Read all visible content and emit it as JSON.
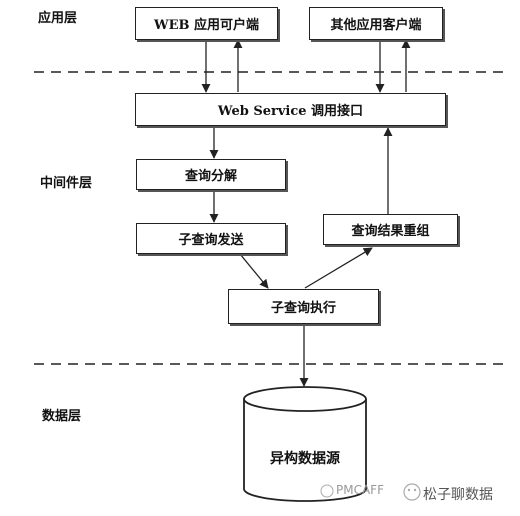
{
  "layers": {
    "application": "应用层",
    "middleware": "中间件层",
    "data": "数据层"
  },
  "boxes": {
    "web_app_client": "WEB 应用可户端",
    "other_app_client": "其他应用客户端",
    "web_service": "Web Service 调用接口",
    "query_decompose": "查询分解",
    "subquery_send": "子查询发送",
    "result_reassemble": "查询结果重组",
    "subquery_execute": "子查询执行"
  },
  "database": {
    "label": "异构数据源"
  },
  "watermark": {
    "left_text": "PMCAFF",
    "right_text": "松子聊数据"
  }
}
